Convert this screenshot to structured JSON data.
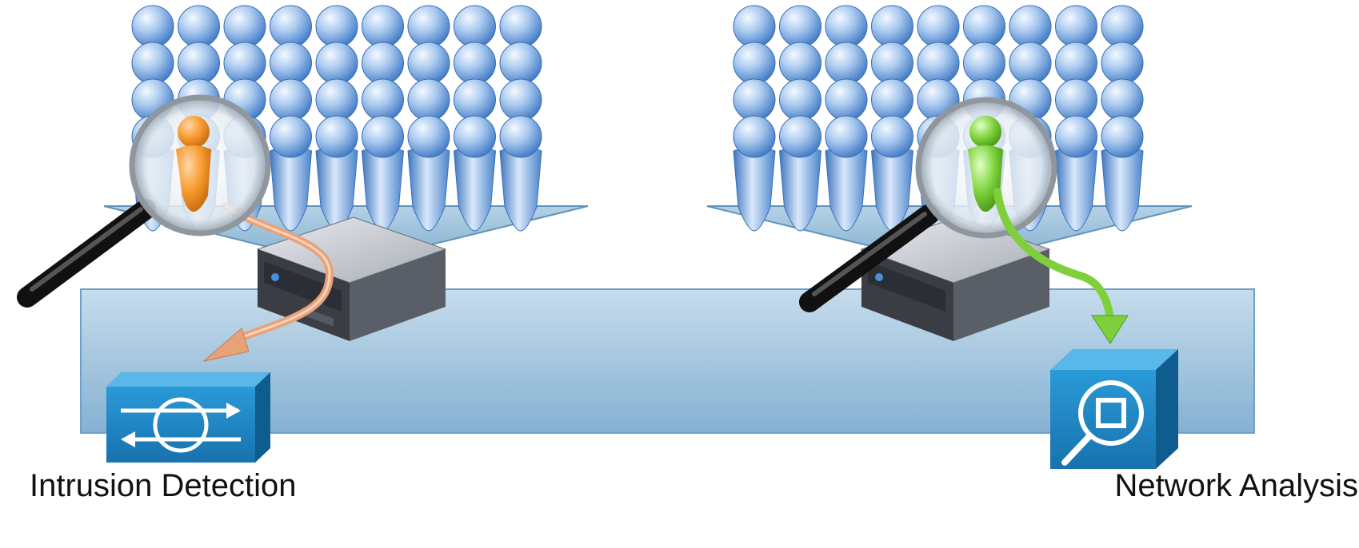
{
  "labels": {
    "left": "Intrusion Detection",
    "right": "Network Analysis"
  },
  "crowds": [
    {
      "name": "left-crowd",
      "columns": 9,
      "rows": 4,
      "highlight_color": "#f28a1a",
      "highlight_name": "suspect-user-orange"
    },
    {
      "name": "right-crowd",
      "columns": 9,
      "rows": 4,
      "highlight_color": "#6cc83a",
      "highlight_name": "analyzed-user-green"
    }
  ],
  "colors": {
    "user_blue": "#5b93d6",
    "band_fill": "#9fc4de",
    "tray_fill": "#8db7d4",
    "device_blue": "#1e86c2",
    "arrow_orange": "#e8a27a",
    "arrow_green": "#7fcf3c",
    "server_dark": "#3a3d44"
  },
  "icons": {
    "left_device": "intrusion-detection-icon",
    "right_device": "network-analysis-icon",
    "magnifier": "magnifier-icon",
    "server": "server-icon"
  }
}
